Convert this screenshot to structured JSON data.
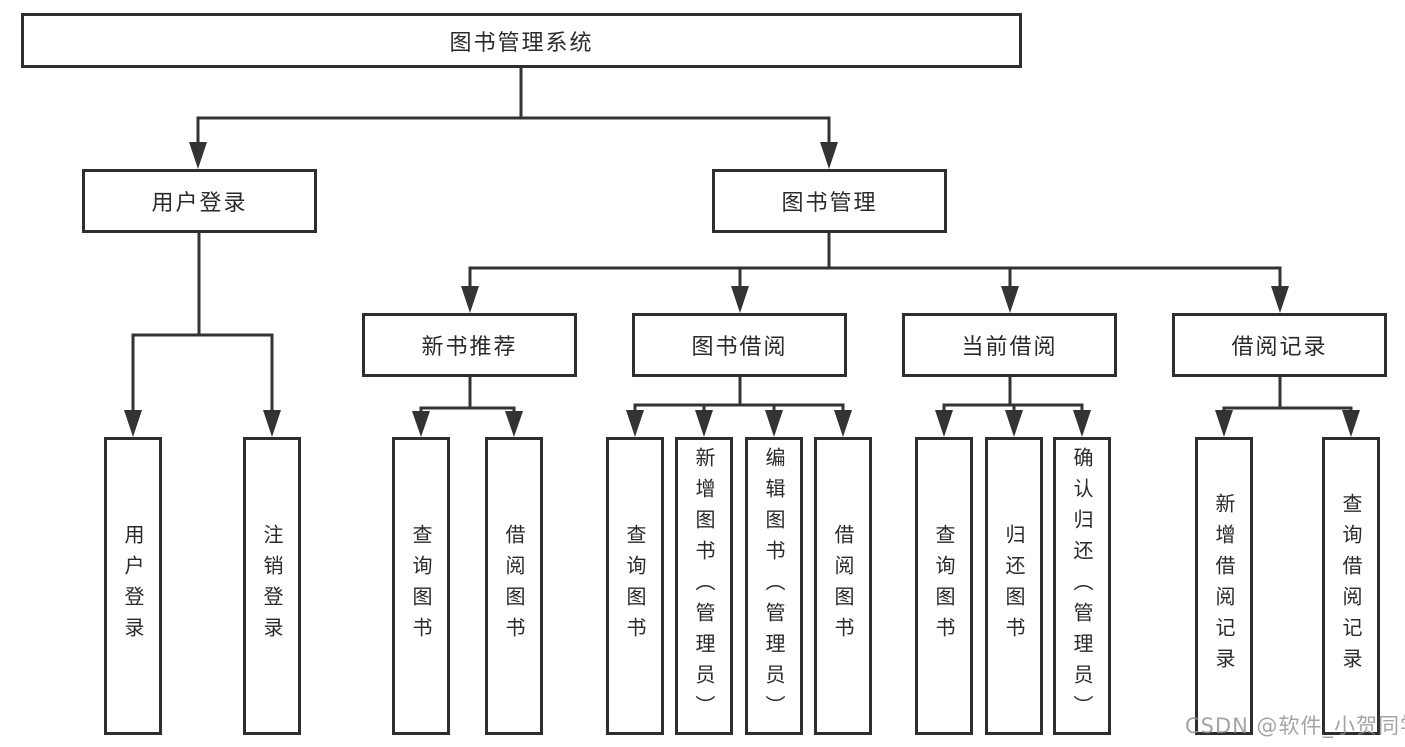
{
  "tree": {
    "root": {
      "label": "图书管理系统",
      "children": [
        {
          "label": "用户登录",
          "children": [
            {
              "label": "用户登录"
            },
            {
              "label": "注销登录"
            }
          ]
        },
        {
          "label": "图书管理",
          "children": [
            {
              "label": "新书推荐",
              "children": [
                {
                  "label": "查询图书"
                },
                {
                  "label": "借阅图书"
                }
              ]
            },
            {
              "label": "图书借阅",
              "children": [
                {
                  "label": "查询图书"
                },
                {
                  "label": "新增图书（管理员）"
                },
                {
                  "label": "编辑图书（管理员）"
                },
                {
                  "label": "借阅图书"
                }
              ]
            },
            {
              "label": "当前借阅",
              "children": [
                {
                  "label": "查询图书"
                },
                {
                  "label": "归还图书"
                },
                {
                  "label": "确认归还（管理员）"
                }
              ]
            },
            {
              "label": "借阅记录",
              "children": [
                {
                  "label": "新增借阅记录"
                },
                {
                  "label": "查询借阅记录"
                }
              ]
            }
          ]
        }
      ]
    }
  },
  "watermark": {
    "text": "CSDN @软件_小贺同学",
    "color": "#8e8e8e"
  },
  "style": {
    "background": "#ffffff",
    "border_color": "#2e2e2e",
    "line_color": "#333333",
    "text_color": "#2a2a2a"
  }
}
